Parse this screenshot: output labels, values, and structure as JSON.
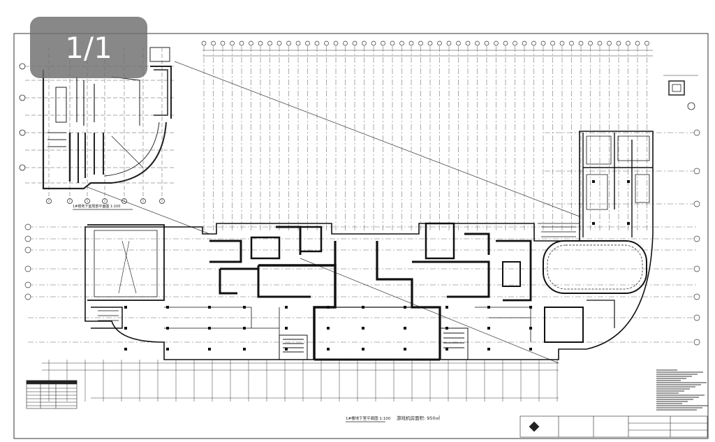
{
  "viewer": {
    "page_indicator": "1/1"
  },
  "drawing": {
    "detail_caption": "1#楼地下室局部平面图 1:100",
    "main_caption": "1#楼地下室平面图 1:100",
    "area_note": "游戏机房面积: 950㎡"
  },
  "colors": {
    "line": "#1a1a1a",
    "overlay": "#6e6e6e",
    "background": "#ffffff"
  }
}
